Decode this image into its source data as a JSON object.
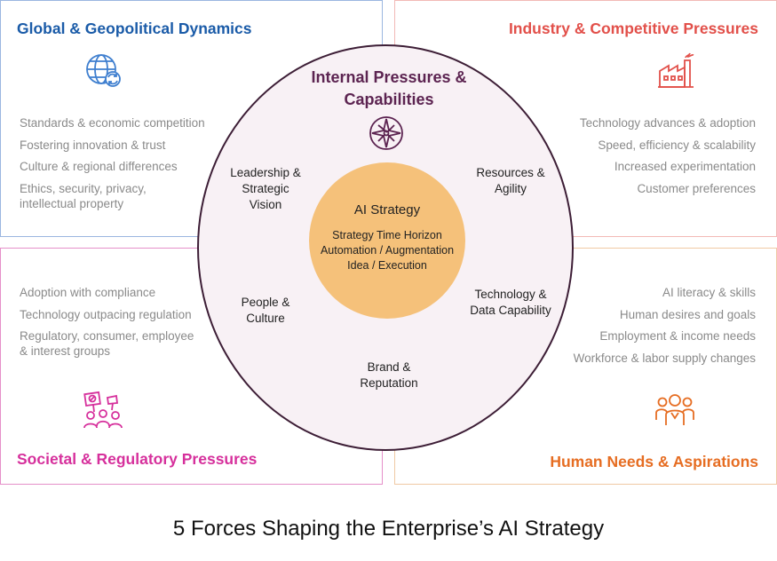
{
  "global": {
    "title": "Global & Geopolitical Dynamics",
    "icon": "globe-refresh-icon",
    "color": "#1a5ba8",
    "items": [
      "Standards & economic competition",
      "Fostering innovation & trust",
      "Culture & regional differences",
      "Ethics, security, privacy, intellectual property"
    ]
  },
  "industry": {
    "title": "Industry & Competitive Pressures",
    "icon": "factory-icon",
    "color": "#e2504a",
    "items": [
      "Technology advances & adoption",
      "Speed, efficiency & scalability",
      "Increased experimentation",
      "Customer preferences"
    ]
  },
  "societal": {
    "title": "Societal & Regulatory Pressures",
    "icon": "protest-group-icon",
    "color": "#d6309c",
    "items": [
      "Adoption with compliance",
      "Technology outpacing regulation",
      "Regulatory, consumer, employee & interest groups"
    ]
  },
  "human": {
    "title": "Human Needs & Aspirations",
    "icon": "people-group-icon",
    "color": "#e66d22",
    "items": [
      "AI literacy & skills",
      "Human desires and goals",
      "Employment & income needs",
      "Workforce & labor supply changes"
    ]
  },
  "internal": {
    "title": "Internal Pressures & Capabilities",
    "icon": "compass-star-icon",
    "color": "#5c2451",
    "capabilities": {
      "leadership": "Leadership & Strategic Vision",
      "resources": "Resources & Agility",
      "people": "People & Culture",
      "technology": "Technology & Data Capability",
      "brand": "Brand & Reputation"
    }
  },
  "core": {
    "title": "AI Strategy",
    "color": "#f5c17a",
    "lines": [
      "Strategy Time Horizon",
      "Automation / Augmentation",
      "Idea / Execution"
    ]
  },
  "caption": "5 Forces Shaping the Enterprise’s AI Strategy"
}
